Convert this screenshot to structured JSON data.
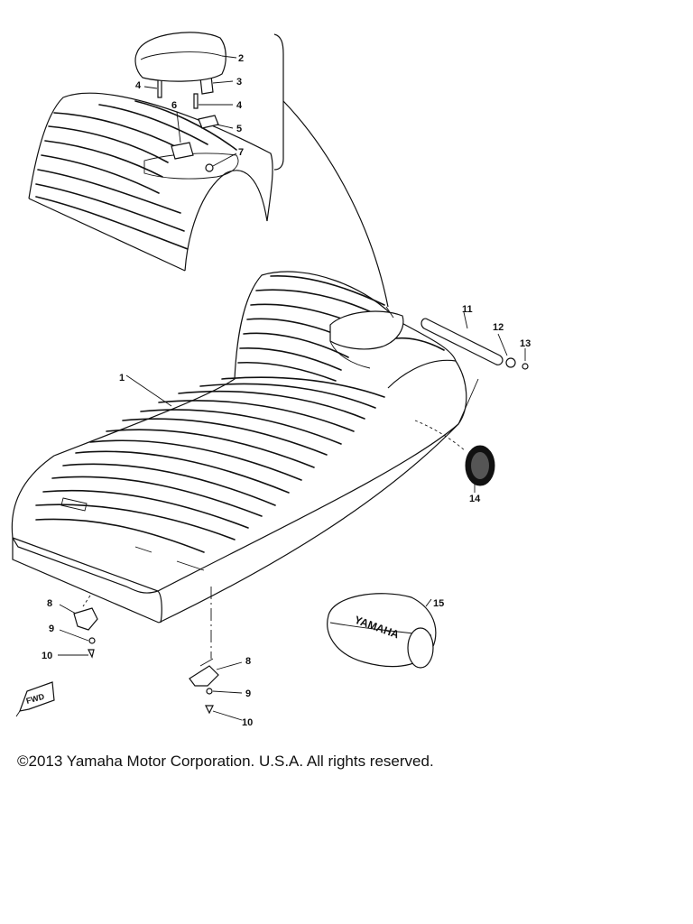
{
  "callouts": [
    "1",
    "2",
    "3",
    "4",
    "4",
    "5",
    "6",
    "7",
    "8",
    "9",
    "10",
    "11",
    "12",
    "13",
    "14",
    "15",
    "8",
    "9",
    "10"
  ],
  "copyright": "©2013 Yamaha Motor Corporation. U.S.A. All rights reserved."
}
